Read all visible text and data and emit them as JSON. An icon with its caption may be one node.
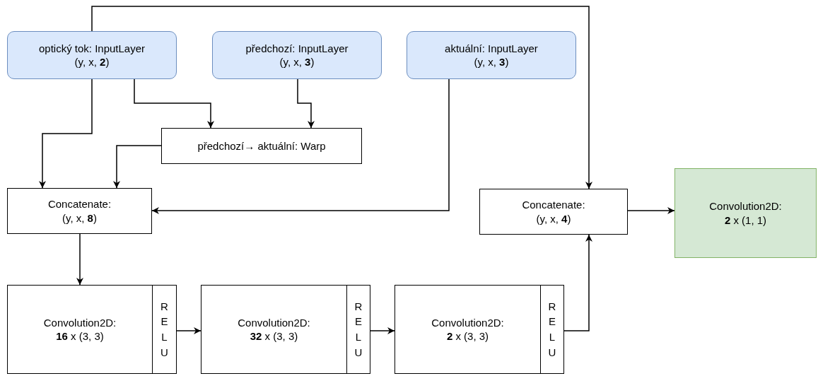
{
  "diagram": {
    "nodes": [
      {
        "text": [
          "optický tok: InputLayer",
          "(y, x, **2**)"
        ]
      },
      {
        "text": [
          "předchozí: InputLayer",
          "(y, x, **3**)"
        ]
      },
      {
        "text": [
          "aktuální: InputLayer",
          "(y, x, **3**)"
        ]
      },
      {
        "text": [
          "předchozí→ aktuální: Warp"
        ]
      },
      {
        "text": [
          "Concatenate:",
          "(y, x, **8**)"
        ]
      },
      {
        "text": [
          "Concatenate:",
          "(y, x, **4**)"
        ]
      },
      {
        "text": [
          "Convolution2D:",
          "**2** x (1, 1)"
        ]
      },
      {
        "text": [
          "Convolution2D:",
          "**16** x (3, 3)"
        ]
      },
      {
        "text": [
          "RELU"
        ]
      },
      {
        "text": [
          "Convolution2D:",
          "**32** x (3, 3)"
        ]
      },
      {
        "text": [
          "RELU"
        ]
      },
      {
        "text": [
          "Convolution2D:",
          "**2** x (3, 3)"
        ]
      },
      {
        "text": [
          "RELU"
        ]
      }
    ],
    "edges": [
      {
        "from": 0,
        "to": 3,
        "arrow": "to"
      },
      {
        "from": 1,
        "to": 3,
        "arrow": "to"
      },
      {
        "from": 0,
        "to": 4,
        "arrow": "to"
      },
      {
        "from": 3,
        "to": 4,
        "arrow": "to"
      },
      {
        "from": 2,
        "to": 4,
        "arrow": "to"
      },
      {
        "from": 0,
        "to": 5,
        "arrow": "to"
      },
      {
        "from": 5,
        "to": 6,
        "arrow": "to"
      },
      {
        "from": 4,
        "to": 7,
        "arrow": "to"
      },
      {
        "from": 8,
        "to": 9,
        "arrow": "to"
      },
      {
        "from": 10,
        "to": 11,
        "arrow": "to"
      },
      {
        "from": 12,
        "to": 5,
        "arrow": "to"
      }
    ]
  }
}
